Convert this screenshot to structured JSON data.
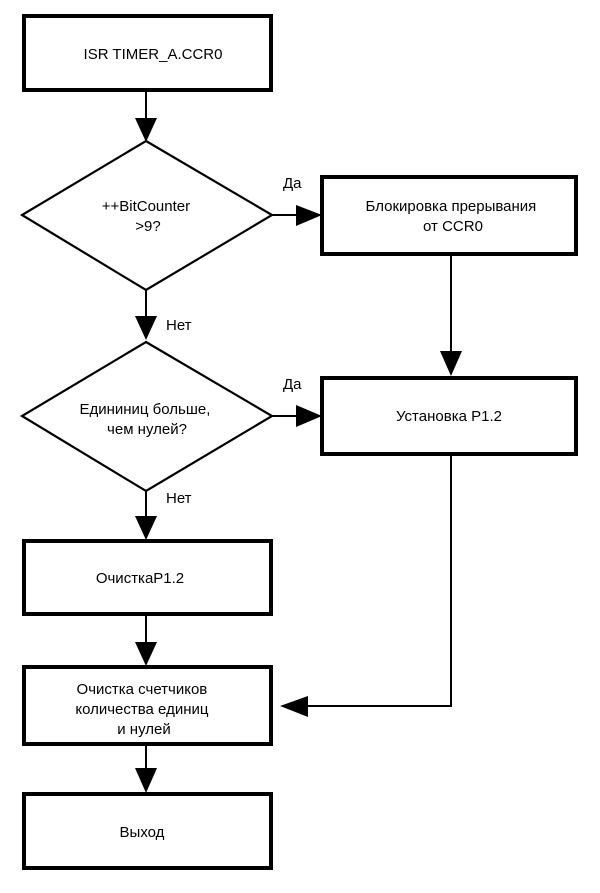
{
  "nodes": {
    "isr": {
      "lines": [
        "ISR TIMER_A.CCR0"
      ]
    },
    "decision_bitcounter": {
      "lines": [
        "++BitCounter",
        ">9?"
      ]
    },
    "block_interrupt": {
      "lines": [
        "Блокировка прерывания",
        "от CCR0"
      ]
    },
    "decision_ones": {
      "lines": [
        "Едининиц больше,",
        "чем нулей?"
      ]
    },
    "set_p12": {
      "lines": [
        "Установка P1.2"
      ]
    },
    "clear_p12": {
      "lines": [
        "ОчисткаP1.2"
      ]
    },
    "clear_counters": {
      "lines": [
        "Очистка счетчиков",
        "количества единиц",
        "и нулей"
      ]
    },
    "exit": {
      "lines": [
        "Выход"
      ]
    }
  },
  "edge_labels": {
    "yes_1": "Да",
    "no_1": "Нет",
    "yes_2": "Да",
    "no_2": "Нет"
  }
}
